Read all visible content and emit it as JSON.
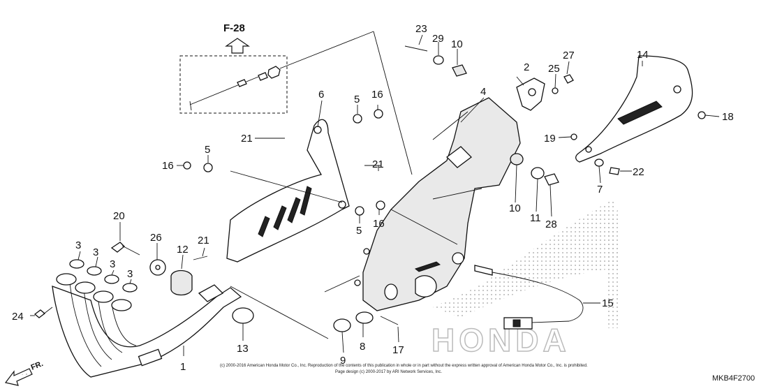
{
  "reference": {
    "label": "F-28"
  },
  "diagram_code": "MKB4F2700",
  "watermark": "HONDA",
  "copyright": {
    "line1": "(c) 2000-2016 American Honda Motor Co., Inc. Reproduction of the contents of this publication in whole or in part without the express written approval of American Honda Motor Co., Inc. is prohibited.",
    "line2": "Page design (c) 2000-2017 by ARI Network Services, Inc."
  },
  "callouts": [
    {
      "id": "c1",
      "label": "1"
    },
    {
      "id": "c2",
      "label": "2"
    },
    {
      "id": "c3a",
      "label": "3"
    },
    {
      "id": "c3b",
      "label": "3"
    },
    {
      "id": "c3c",
      "label": "3"
    },
    {
      "id": "c3d",
      "label": "3"
    },
    {
      "id": "c4",
      "label": "4"
    },
    {
      "id": "c5a",
      "label": "5"
    },
    {
      "id": "c5b",
      "label": "5"
    },
    {
      "id": "c5c",
      "label": "5"
    },
    {
      "id": "c6",
      "label": "6"
    },
    {
      "id": "c7",
      "label": "7"
    },
    {
      "id": "c8",
      "label": "8"
    },
    {
      "id": "c9",
      "label": "9"
    },
    {
      "id": "c10a",
      "label": "10"
    },
    {
      "id": "c10b",
      "label": "10"
    },
    {
      "id": "c11",
      "label": "11"
    },
    {
      "id": "c12",
      "label": "12"
    },
    {
      "id": "c13",
      "label": "13"
    },
    {
      "id": "c14",
      "label": "14"
    },
    {
      "id": "c15",
      "label": "15"
    },
    {
      "id": "c16a",
      "label": "16"
    },
    {
      "id": "c16b",
      "label": "16"
    },
    {
      "id": "c16c",
      "label": "16"
    },
    {
      "id": "c17",
      "label": "17"
    },
    {
      "id": "c18",
      "label": "18"
    },
    {
      "id": "c19",
      "label": "19"
    },
    {
      "id": "c20",
      "label": "20"
    },
    {
      "id": "c21a",
      "label": "21"
    },
    {
      "id": "c21b",
      "label": "21"
    },
    {
      "id": "c21c",
      "label": "21"
    },
    {
      "id": "c22",
      "label": "22"
    },
    {
      "id": "c23",
      "label": "23"
    },
    {
      "id": "c24",
      "label": "24"
    },
    {
      "id": "c25",
      "label": "25"
    },
    {
      "id": "c26",
      "label": "26"
    },
    {
      "id": "c27",
      "label": "27"
    },
    {
      "id": "c28",
      "label": "28"
    },
    {
      "id": "c29",
      "label": "29"
    }
  ]
}
